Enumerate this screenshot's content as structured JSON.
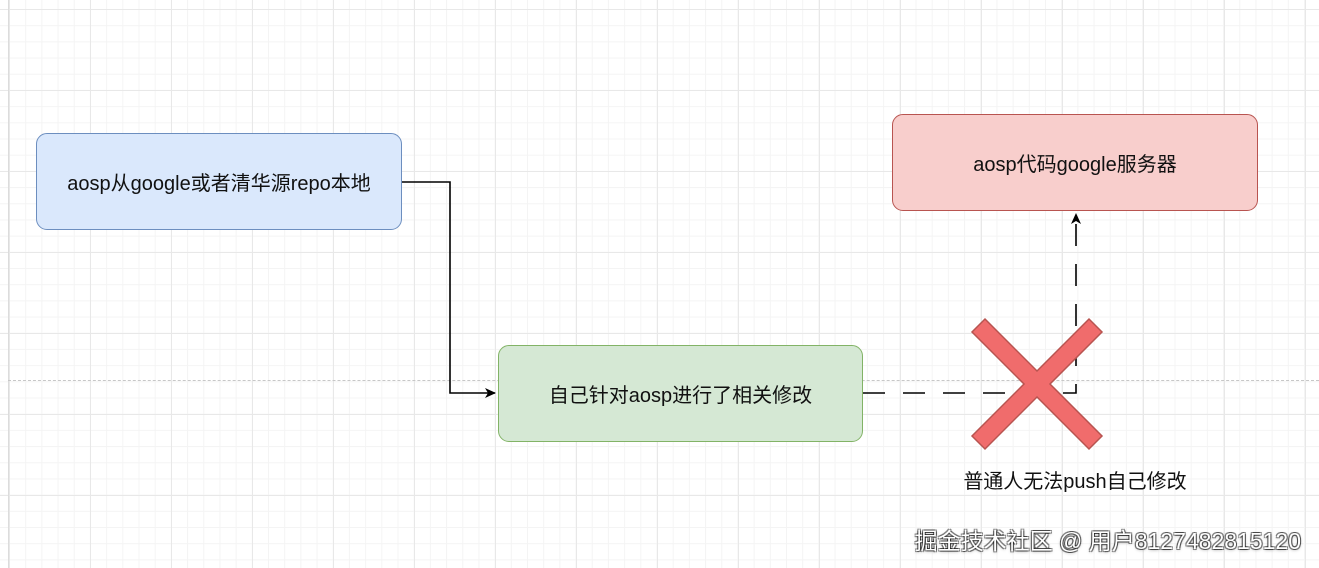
{
  "colors": {
    "source_fill": "#dae8fc",
    "server_fill": "#f8cecc",
    "local_fill": "#d5e8d4",
    "cross_fill": "#f06c6c",
    "line": "#000000"
  },
  "nodes": {
    "source": {
      "label": "aosp从google或者清华源repo本地"
    },
    "server": {
      "label": "aosp代码google服务器"
    },
    "local": {
      "label": "自己针对aosp进行了相关修改"
    }
  },
  "edges": [
    {
      "from": "source",
      "to": "local",
      "style": "solid"
    },
    {
      "from": "local",
      "to": "server",
      "style": "dashed",
      "blocked": true
    }
  ],
  "blocked_marker": {
    "icon": "cross-icon",
    "label": "普通人无法push自己修改"
  },
  "watermark": {
    "text": "掘金技术社区 @ 用户8127482815120"
  }
}
